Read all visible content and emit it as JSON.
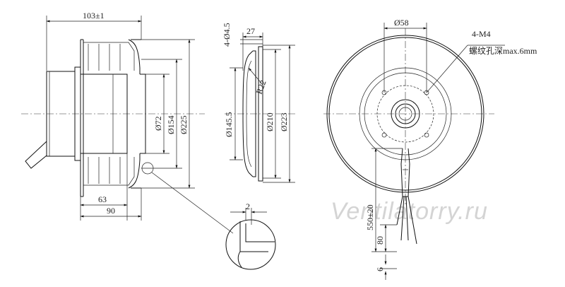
{
  "dimensions": {
    "side_width": "103±1",
    "hub_depth": "63",
    "overall_depth": "90",
    "hub_dia": "Ø72",
    "inlet_dia": "Ø154",
    "outer_dia": "Ø225",
    "mount_holes": "4-Ø4.5",
    "ring_depth": "27",
    "radius": "R22",
    "ring_inner": "Ø145.5",
    "ring_pcd": "Ø210",
    "ring_outer": "Ø223",
    "detail_gap": "2",
    "front_pcd": "Ø58",
    "cable_length": "550±20",
    "cable_strip": "80",
    "wire_strip": "6"
  },
  "note": {
    "line1": "4-M4",
    "line2": "螺纹孔深max.6mm"
  },
  "watermark": "Ventilatorry.ru",
  "colors": {
    "line": "#111111",
    "watermark": "#d4d4d4"
  }
}
